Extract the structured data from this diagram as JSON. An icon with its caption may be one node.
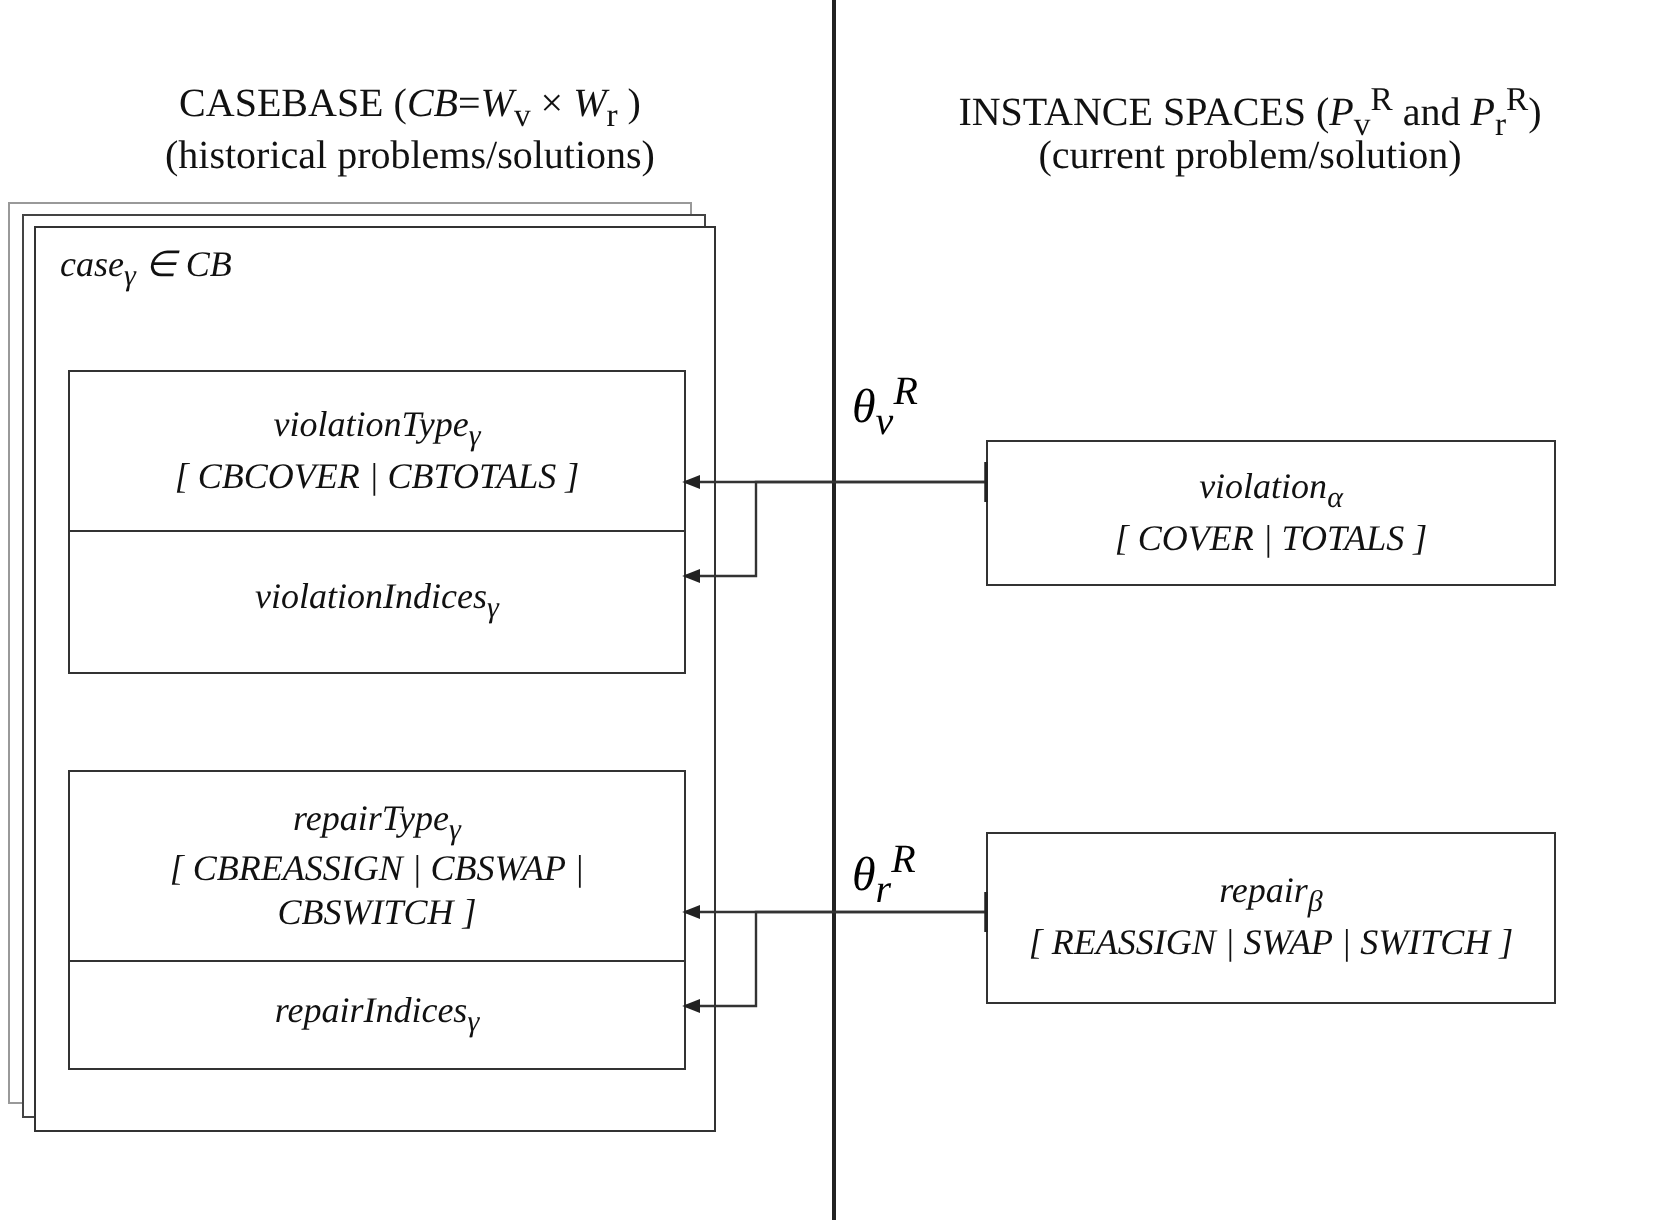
{
  "diagram": {
    "nodes": [
      {
        "text": [
          "case$_{γ}$ ∈ CB"
        ]
      },
      {
        "text": [
          "violationType$_{γ}$",
          "[ CBCOVER | CBTOTALS ]"
        ],
        "in": 0
      },
      {
        "text": [
          "violationIndices$_{γ}$"
        ],
        "in": 0
      },
      {
        "text": [
          "repairType$_{γ}$",
          "[ CBREASSIGN | CBSWAP | CBSWITCH ]"
        ],
        "in": 0
      },
      {
        "text": [
          "repairIndices$_{γ}$"
        ],
        "in": 0
      },
      {
        "text": [
          "violation$_{α}$",
          "[ COVER | TOTALS ]"
        ]
      },
      {
        "text": [
          "repair$_{β}$",
          "[ REASSIGN | SWAP | SWITCH ]"
        ]
      }
    ],
    "edges": [
      {
        "from": 5,
        "to": 1,
        "arrow": "to",
        "label": "θ$_{v}$$^{R}$"
      },
      {
        "from": 5,
        "to": 2,
        "arrow": "to"
      },
      {
        "from": 6,
        "to": 3,
        "arrow": "to",
        "label": "θ$_{r}$$^{R}$"
      },
      {
        "from": 6,
        "to": 4,
        "arrow": "to"
      }
    ],
    "labels": [
      "CASEBASE (*CB*=*W*$_{v}$ × *W*$_{r}$ )",
      "(historical problems/solutions)",
      "INSTANCE SPACES (*P*$_{v}$$^{R}$ and *P*$_{r}$$^{R}$)",
      "(current problem/solution)"
    ]
  }
}
